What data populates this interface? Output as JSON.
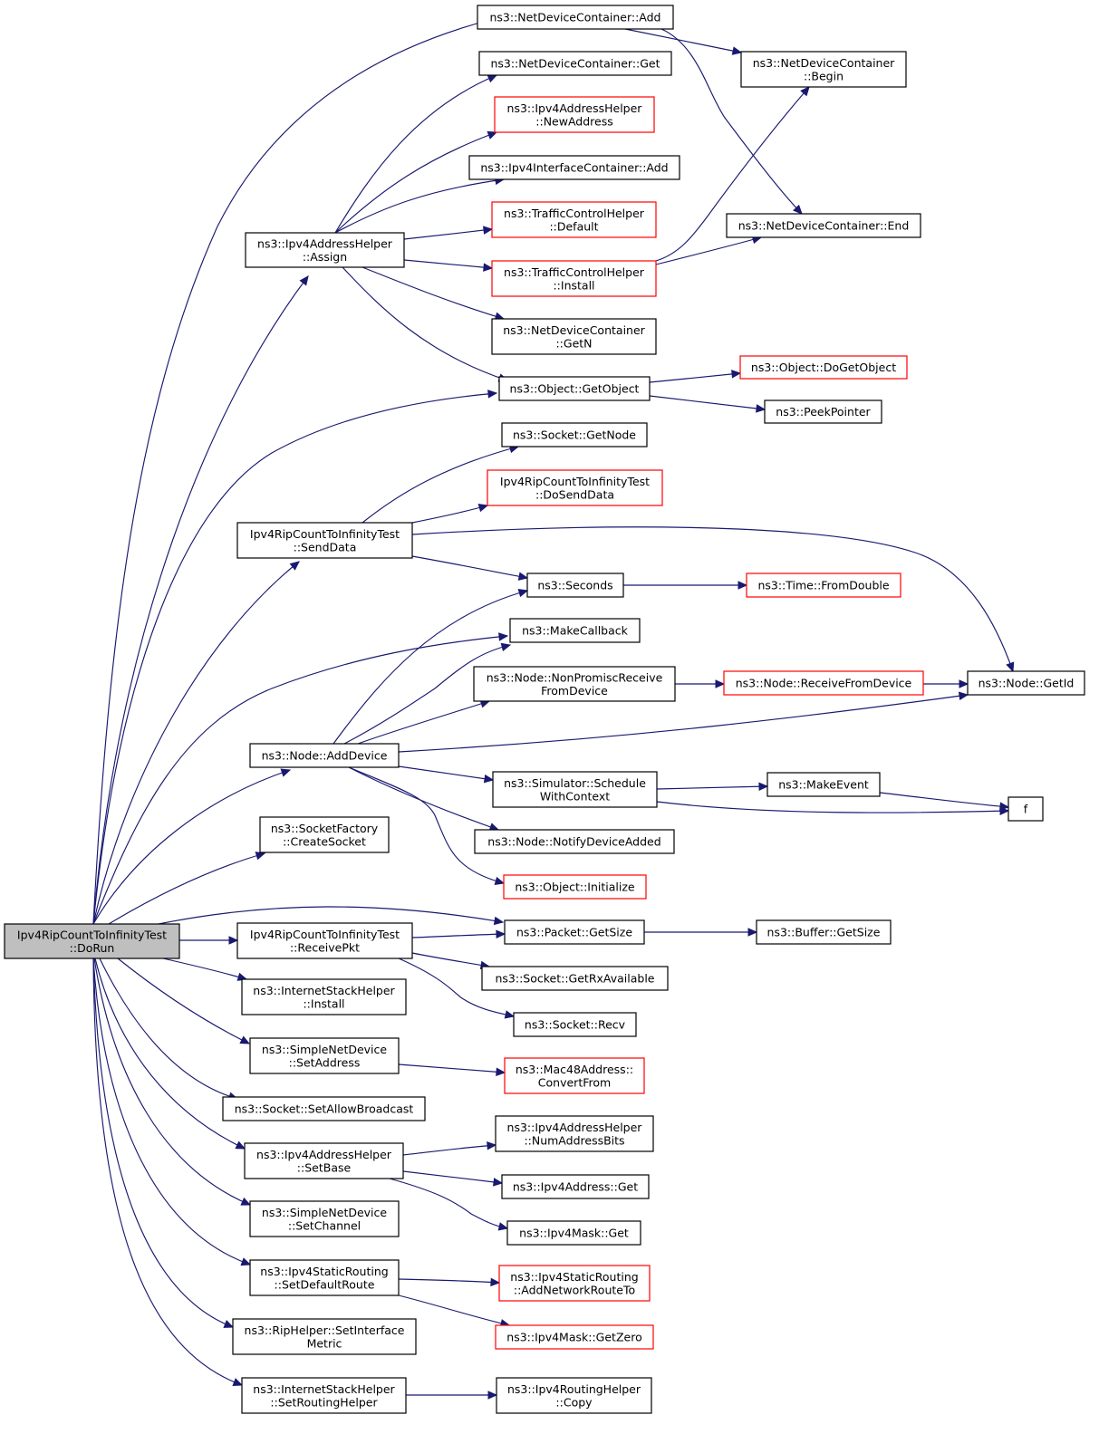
{
  "colors": {
    "edge": "#191970",
    "node_border": "#000000",
    "node_border_incomplete": "#ff0000",
    "root_fill": "#bfbfbf"
  },
  "nodes": [
    {
      "id": "dorun",
      "lines": [
        "Ipv4RipCountToInfinityTest",
        "::DoRun"
      ],
      "style": "root"
    },
    {
      "id": "ndc_add",
      "lines": [
        "ns3::NetDeviceContainer::Add"
      ],
      "style": "normal"
    },
    {
      "id": "ndc_begin",
      "lines": [
        "ns3::NetDeviceContainer",
        "::Begin"
      ],
      "style": "normal"
    },
    {
      "id": "ndc_get",
      "lines": [
        "ns3::NetDeviceContainer::Get"
      ],
      "style": "normal"
    },
    {
      "id": "iah_newaddr",
      "lines": [
        "ns3::Ipv4AddressHelper",
        "::NewAddress"
      ],
      "style": "red"
    },
    {
      "id": "iic_add",
      "lines": [
        "ns3::Ipv4InterfaceContainer::Add"
      ],
      "style": "normal"
    },
    {
      "id": "tch_default",
      "lines": [
        "ns3::TrafficControlHelper",
        "::Default"
      ],
      "style": "red"
    },
    {
      "id": "ndc_end",
      "lines": [
        "ns3::NetDeviceContainer::End"
      ],
      "style": "normal"
    },
    {
      "id": "iah_assign",
      "lines": [
        "ns3::Ipv4AddressHelper",
        "::Assign"
      ],
      "style": "normal"
    },
    {
      "id": "tch_install",
      "lines": [
        "ns3::TrafficControlHelper",
        "::Install"
      ],
      "style": "red"
    },
    {
      "id": "ndc_getn",
      "lines": [
        "ns3::NetDeviceContainer",
        "::GetN"
      ],
      "style": "normal"
    },
    {
      "id": "obj_dogetobject",
      "lines": [
        "ns3::Object::DoGetObject"
      ],
      "style": "red"
    },
    {
      "id": "obj_getobject",
      "lines": [
        "ns3::Object::GetObject"
      ],
      "style": "normal"
    },
    {
      "id": "peekpointer",
      "lines": [
        "ns3::PeekPointer"
      ],
      "style": "normal"
    },
    {
      "id": "sock_getnode",
      "lines": [
        "ns3::Socket::GetNode"
      ],
      "style": "normal"
    },
    {
      "id": "senddata",
      "lines": [
        "Ipv4RipCountToInfinityTest",
        "::SendData"
      ],
      "style": "normal"
    },
    {
      "id": "dosenddata",
      "lines": [
        "Ipv4RipCountToInfinityTest",
        "::DoSendData"
      ],
      "style": "red"
    },
    {
      "id": "seconds",
      "lines": [
        "ns3::Seconds"
      ],
      "style": "normal"
    },
    {
      "id": "time_fromdouble",
      "lines": [
        "ns3::Time::FromDouble"
      ],
      "style": "red"
    },
    {
      "id": "makecallback",
      "lines": [
        "ns3::MakeCallback"
      ],
      "style": "normal"
    },
    {
      "id": "node_nonpromisc",
      "lines": [
        "ns3::Node::NonPromiscReceive",
        "FromDevice"
      ],
      "style": "normal"
    },
    {
      "id": "node_recvfromdev",
      "lines": [
        "ns3::Node::ReceiveFromDevice"
      ],
      "style": "red"
    },
    {
      "id": "node_getid",
      "lines": [
        "ns3::Node::GetId"
      ],
      "style": "normal"
    },
    {
      "id": "node_adddevice",
      "lines": [
        "ns3::Node::AddDevice"
      ],
      "style": "normal"
    },
    {
      "id": "sim_schedwithctx",
      "lines": [
        "ns3::Simulator::Schedule",
        "WithContext"
      ],
      "style": "normal"
    },
    {
      "id": "makeevent",
      "lines": [
        "ns3::MakeEvent"
      ],
      "style": "normal"
    },
    {
      "id": "f",
      "lines": [
        "f"
      ],
      "style": "normal"
    },
    {
      "id": "sockfactory_create",
      "lines": [
        "ns3::SocketFactory",
        "::CreateSocket"
      ],
      "style": "normal"
    },
    {
      "id": "node_notifydevadded",
      "lines": [
        "ns3::Node::NotifyDeviceAdded"
      ],
      "style": "normal"
    },
    {
      "id": "obj_initialize",
      "lines": [
        "ns3::Object::Initialize"
      ],
      "style": "red"
    },
    {
      "id": "receivepkt",
      "lines": [
        "Ipv4RipCountToInfinityTest",
        "::ReceivePkt"
      ],
      "style": "normal"
    },
    {
      "id": "pkt_getsize",
      "lines": [
        "ns3::Packet::GetSize"
      ],
      "style": "normal"
    },
    {
      "id": "buf_getsize",
      "lines": [
        "ns3::Buffer::GetSize"
      ],
      "style": "normal"
    },
    {
      "id": "sock_getrxavail",
      "lines": [
        "ns3::Socket::GetRxAvailable"
      ],
      "style": "normal"
    },
    {
      "id": "ish_install",
      "lines": [
        "ns3::InternetStackHelper",
        "::Install"
      ],
      "style": "normal"
    },
    {
      "id": "sock_recv",
      "lines": [
        "ns3::Socket::Recv"
      ],
      "style": "normal"
    },
    {
      "id": "snd_setaddress",
      "lines": [
        "ns3::SimpleNetDevice",
        "::SetAddress"
      ],
      "style": "normal"
    },
    {
      "id": "mac48_convertfrom",
      "lines": [
        "ns3::Mac48Address::",
        "ConvertFrom"
      ],
      "style": "red"
    },
    {
      "id": "sock_setallowbcast",
      "lines": [
        "ns3::Socket::SetAllowBroadcast"
      ],
      "style": "normal"
    },
    {
      "id": "iah_numaddrbits",
      "lines": [
        "ns3::Ipv4AddressHelper",
        "::NumAddressBits"
      ],
      "style": "normal"
    },
    {
      "id": "iah_setbase",
      "lines": [
        "ns3::Ipv4AddressHelper",
        "::SetBase"
      ],
      "style": "normal"
    },
    {
      "id": "ipv4addr_get",
      "lines": [
        "ns3::Ipv4Address::Get"
      ],
      "style": "normal"
    },
    {
      "id": "snd_setchannel",
      "lines": [
        "ns3::SimpleNetDevice",
        "::SetChannel"
      ],
      "style": "normal"
    },
    {
      "id": "ipv4mask_get",
      "lines": [
        "ns3::Ipv4Mask::Get"
      ],
      "style": "normal"
    },
    {
      "id": "isr_setdefroute",
      "lines": [
        "ns3::Ipv4StaticRouting",
        "::SetDefaultRoute"
      ],
      "style": "normal"
    },
    {
      "id": "isr_addnetroute",
      "lines": [
        "ns3::Ipv4StaticRouting",
        "::AddNetworkRouteTo"
      ],
      "style": "red"
    },
    {
      "id": "riphelper_setifmetric",
      "lines": [
        "ns3::RipHelper::SetInterface",
        "Metric"
      ],
      "style": "normal"
    },
    {
      "id": "ipv4mask_getzero",
      "lines": [
        "ns3::Ipv4Mask::GetZero"
      ],
      "style": "red"
    },
    {
      "id": "ish_setrouting",
      "lines": [
        "ns3::InternetStackHelper",
        "::SetRoutingHelper"
      ],
      "style": "normal"
    },
    {
      "id": "irh_copy",
      "lines": [
        "ns3::Ipv4RoutingHelper",
        "::Copy"
      ],
      "style": "normal"
    }
  ],
  "edges": [
    [
      "dorun",
      "ndc_add"
    ],
    [
      "dorun",
      "iah_assign"
    ],
    [
      "dorun",
      "obj_getobject"
    ],
    [
      "dorun",
      "senddata"
    ],
    [
      "dorun",
      "makecallback"
    ],
    [
      "dorun",
      "node_adddevice"
    ],
    [
      "dorun",
      "sockfactory_create"
    ],
    [
      "dorun",
      "pkt_getsize"
    ],
    [
      "dorun",
      "receivepkt"
    ],
    [
      "dorun",
      "ish_install"
    ],
    [
      "dorun",
      "snd_setaddress"
    ],
    [
      "dorun",
      "sock_setallowbcast"
    ],
    [
      "dorun",
      "iah_setbase"
    ],
    [
      "dorun",
      "snd_setchannel"
    ],
    [
      "dorun",
      "isr_setdefroute"
    ],
    [
      "dorun",
      "riphelper_setifmetric"
    ],
    [
      "dorun",
      "ish_setrouting"
    ],
    [
      "ndc_add",
      "ndc_begin"
    ],
    [
      "ndc_add",
      "ndc_end"
    ],
    [
      "iah_assign",
      "ndc_get"
    ],
    [
      "iah_assign",
      "iah_newaddr"
    ],
    [
      "iah_assign",
      "iic_add"
    ],
    [
      "iah_assign",
      "tch_default"
    ],
    [
      "iah_assign",
      "tch_install"
    ],
    [
      "iah_assign",
      "ndc_getn"
    ],
    [
      "iah_assign",
      "obj_getobject"
    ],
    [
      "tch_install",
      "ndc_begin"
    ],
    [
      "tch_install",
      "ndc_end"
    ],
    [
      "obj_getobject",
      "obj_dogetobject"
    ],
    [
      "obj_getobject",
      "peekpointer"
    ],
    [
      "senddata",
      "sock_getnode"
    ],
    [
      "senddata",
      "dosenddata"
    ],
    [
      "senddata",
      "node_getid"
    ],
    [
      "senddata",
      "seconds"
    ],
    [
      "seconds",
      "time_fromdouble"
    ],
    [
      "node_adddevice",
      "seconds"
    ],
    [
      "node_adddevice",
      "makecallback"
    ],
    [
      "node_adddevice",
      "node_nonpromisc"
    ],
    [
      "node_adddevice",
      "node_getid"
    ],
    [
      "node_adddevice",
      "sim_schedwithctx"
    ],
    [
      "node_adddevice",
      "node_notifydevadded"
    ],
    [
      "node_adddevice",
      "obj_initialize"
    ],
    [
      "node_nonpromisc",
      "node_recvfromdev"
    ],
    [
      "node_recvfromdev",
      "node_getid"
    ],
    [
      "sim_schedwithctx",
      "makeevent"
    ],
    [
      "sim_schedwithctx",
      "f"
    ],
    [
      "makeevent",
      "f"
    ],
    [
      "receivepkt",
      "pkt_getsize"
    ],
    [
      "receivepkt",
      "sock_getrxavail"
    ],
    [
      "receivepkt",
      "sock_recv"
    ],
    [
      "pkt_getsize",
      "buf_getsize"
    ],
    [
      "snd_setaddress",
      "mac48_convertfrom"
    ],
    [
      "iah_setbase",
      "iah_numaddrbits"
    ],
    [
      "iah_setbase",
      "ipv4addr_get"
    ],
    [
      "iah_setbase",
      "ipv4mask_get"
    ],
    [
      "isr_setdefroute",
      "isr_addnetroute"
    ],
    [
      "isr_setdefroute",
      "ipv4mask_getzero"
    ],
    [
      "ish_setrouting",
      "irh_copy"
    ]
  ]
}
